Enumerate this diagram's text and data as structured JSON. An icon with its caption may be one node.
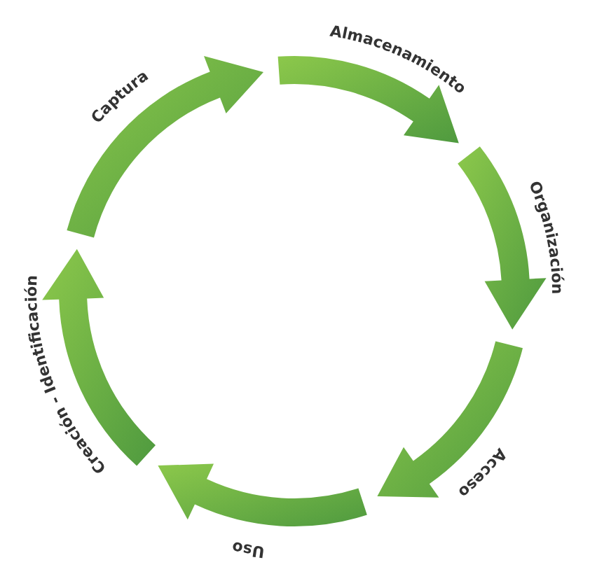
{
  "diagram": {
    "labels": [
      "Captura",
      "Almacenamiento",
      "Organización",
      "Acceso",
      "Uso",
      "Creación - Identificación"
    ]
  }
}
